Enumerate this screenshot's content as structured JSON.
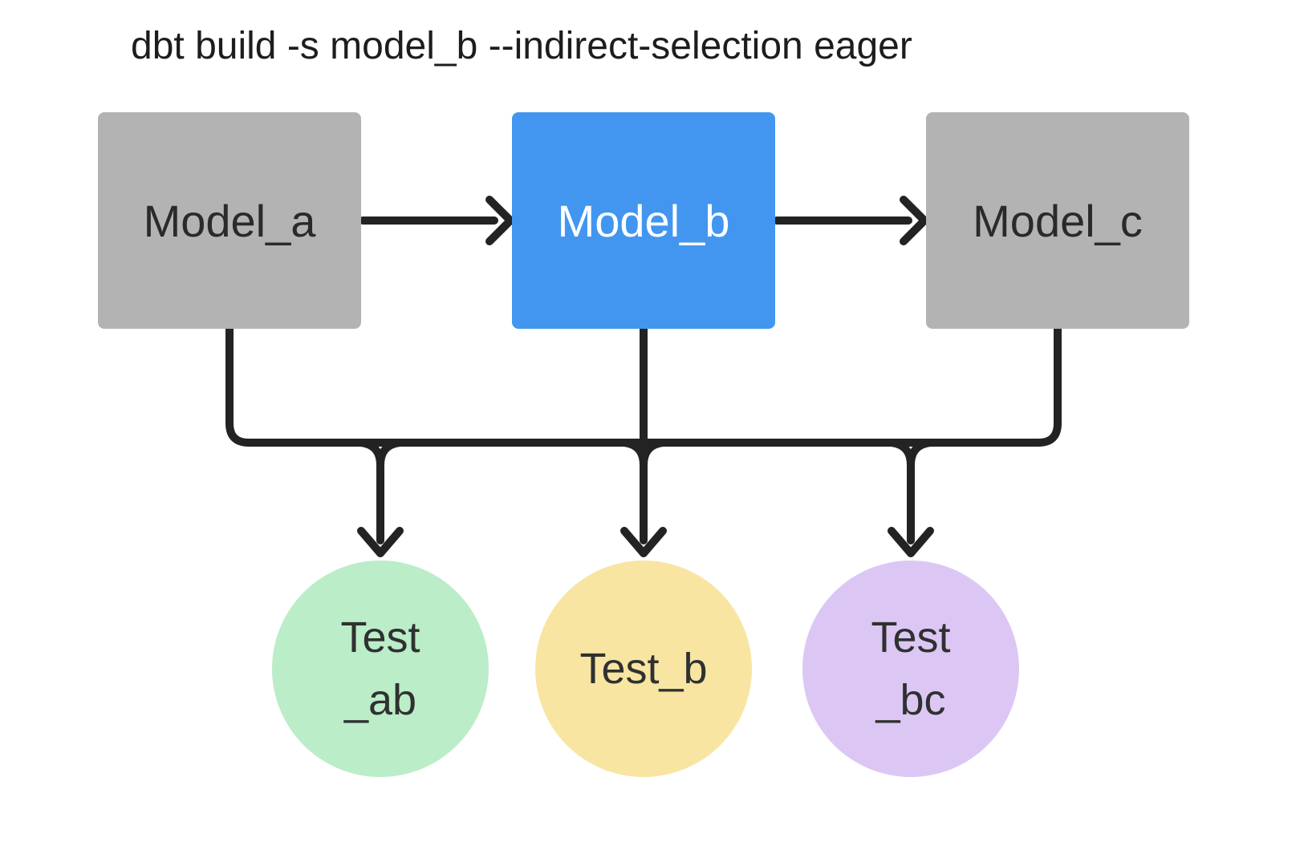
{
  "title": "dbt build -s model_b --indirect-selection eager",
  "colors": {
    "c-bg": "#ffffff",
    "c-model": "#b3b3b3",
    "c-model-selected": "#4296f0",
    "c-model-text": "#2a2a2a",
    "c-model-selected-text": "#ffffff",
    "c-test-ab": "#baedc8",
    "c-test-b": "#f8e5a2",
    "c-test-bc": "#dcc7f4",
    "c-test-text": "#2f3130",
    "c-line": "#232323",
    "c-title": "#1d1d1f"
  },
  "nodes": {
    "model_a": {
      "label": "Model_a",
      "type": "model"
    },
    "model_b": {
      "label": "Model_b",
      "type": "model",
      "selected": true
    },
    "model_c": {
      "label": "Model_c",
      "type": "model"
    },
    "test_ab": {
      "type": "test",
      "lines": [
        "Test",
        "_ab"
      ]
    },
    "test_b": {
      "type": "test",
      "lines": [
        "Test_b"
      ]
    },
    "test_bc": {
      "type": "test",
      "lines": [
        "Test",
        "_bc"
      ]
    }
  },
  "edges": [
    {
      "from": "model_a",
      "to": "model_b"
    },
    {
      "from": "model_b",
      "to": "model_c"
    },
    {
      "from": "model_a",
      "to": "test_ab"
    },
    {
      "from": "model_b",
      "to": "test_ab"
    },
    {
      "from": "model_b",
      "to": "test_b"
    },
    {
      "from": "model_b",
      "to": "test_bc"
    },
    {
      "from": "model_c",
      "to": "test_bc"
    }
  ]
}
